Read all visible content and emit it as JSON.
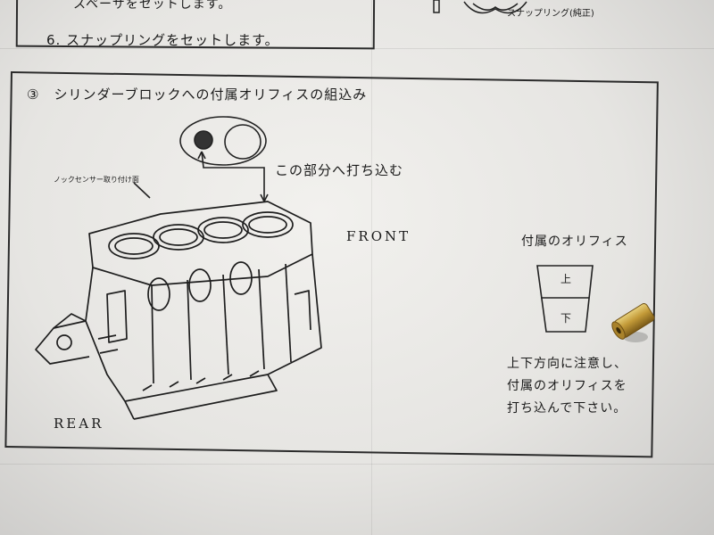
{
  "top_section": {
    "line1": "スペーサをセットします。",
    "line2": "6. スナップリングをセットします。",
    "snap_ring_label": "スナップリング(純正)"
  },
  "section": {
    "title": "③　シリンダーブロックへの付属オリフィスの組込み",
    "callout": "この部分へ打ち込む",
    "knock_sensor_label": "ノックセンサー取り付け面",
    "front_label": "FRONT",
    "rear_label": "REAR"
  },
  "orifice": {
    "title": "付属のオリフィス",
    "up_label": "上",
    "down_label": "下"
  },
  "note": {
    "line1": "上下方向に注意し、",
    "line2": "付属のオリフィスを",
    "line3": "打ち込んで下さい。"
  },
  "colors": {
    "paper": "#eceae7",
    "ink": "#1a1a1a",
    "brass": "#b8922e"
  }
}
